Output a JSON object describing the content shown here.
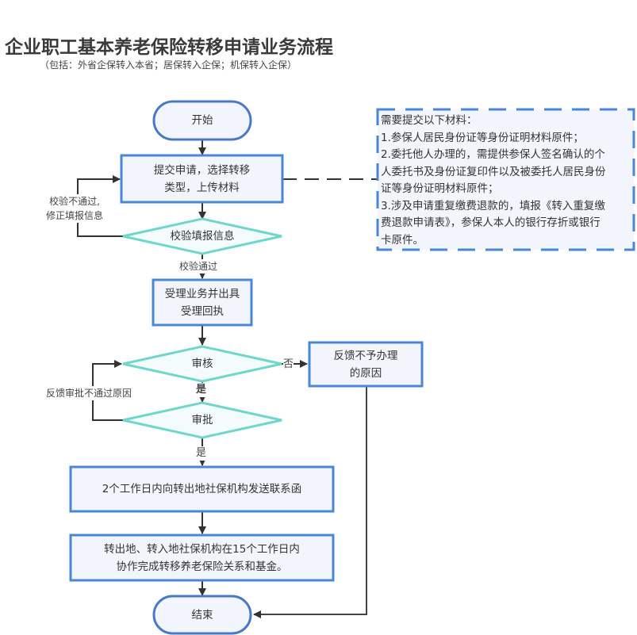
{
  "title": "企业职工基本养老保险转移申请业务流程",
  "subtitle": "（包括：外省企保转入本省；居保转入企保；机保转入企保）",
  "colors": {
    "process_border": "#4a86d8",
    "process_fill": "#f2f5fc",
    "decision_border": "#6fd6cc",
    "decision_fill": "#f4fbfb",
    "line": "#333333"
  },
  "nodes": {
    "start": "开始",
    "submit": [
      "提交申请，选择转移",
      "类型，上传材料"
    ],
    "verify": "校验填报信息",
    "accept": [
      "受理业务并出具",
      "受理回执"
    ],
    "review": "审核",
    "approve": "审批",
    "reject": [
      "反馈不予办理",
      "的原因"
    ],
    "send_letter": "2个工作日内向转出地社保机构发送联系函",
    "transfer": [
      "转出地、转入地社保机构在15个工作日内",
      "协作完成转移养老保险关系和基金。"
    ],
    "end": "结束"
  },
  "edge_labels": {
    "verify_fail": [
      "校验不通过,",
      "修正填报信息"
    ],
    "verify_pass": "校验通过",
    "review_no": "否",
    "review_yes": "是",
    "approve_fail": "反馈审批不通过原因",
    "approve_yes": "是"
  },
  "note": {
    "lines": [
      "需要提交以下材料：",
      "1.参保人居民身份证等身份证明材料原件；",
      "2.委托他人办理的，需提供参保人签名确认的个",
      "人委托书及身份证复印件以及被委托人居民身份",
      "证等身份证明材料原件；",
      "3.涉及申请重复缴费退款的，填报《转入重复缴",
      "费退款申请表》，参保人本人的银行存折或银行",
      "卡原件。"
    ]
  }
}
